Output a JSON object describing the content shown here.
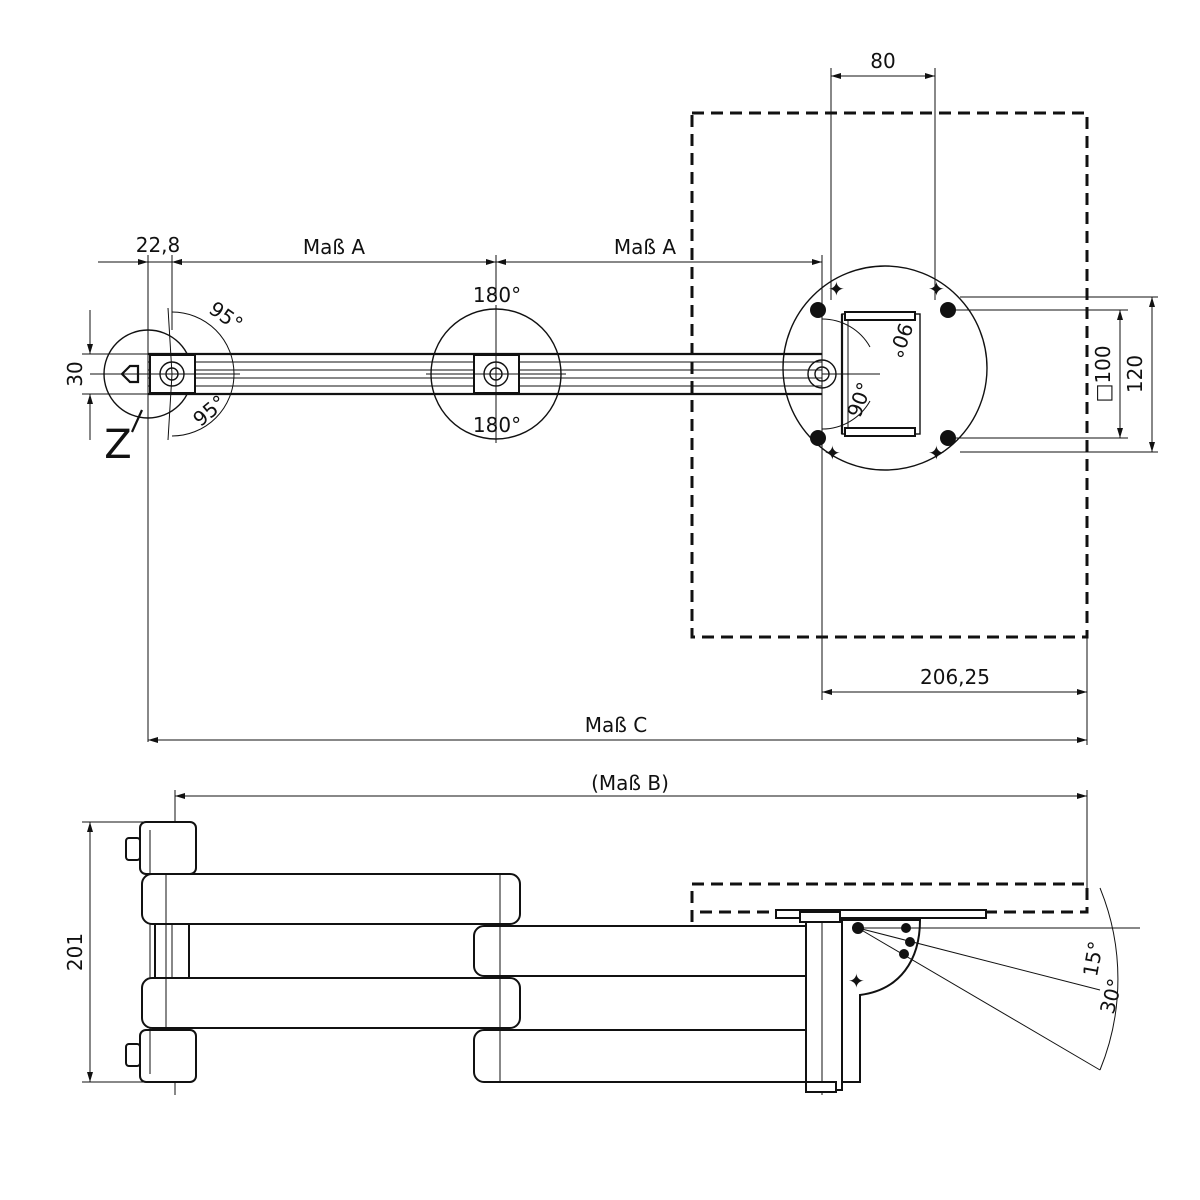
{
  "top_view": {
    "dim_22_8": "22,8",
    "dim_mass_a_1": "Maß A",
    "dim_mass_a_2": "Maß A",
    "dim_80": "80",
    "dim_30": "30",
    "angle_95_top": "95°",
    "angle_95_bottom": "95°",
    "angle_180_top": "180°",
    "angle_180_bottom": "180°",
    "angle_90_top": "90°",
    "angle_90_bottom": "90°",
    "dim_square_100": "□100",
    "dim_120": "120",
    "view_marker": "Z",
    "dim_206_25": "206,25",
    "dim_mass_c": "Maß C"
  },
  "side_view": {
    "dim_mass_b": "(Maß B)",
    "dim_201": "201",
    "angle_15": "15°",
    "angle_30": "30°"
  }
}
